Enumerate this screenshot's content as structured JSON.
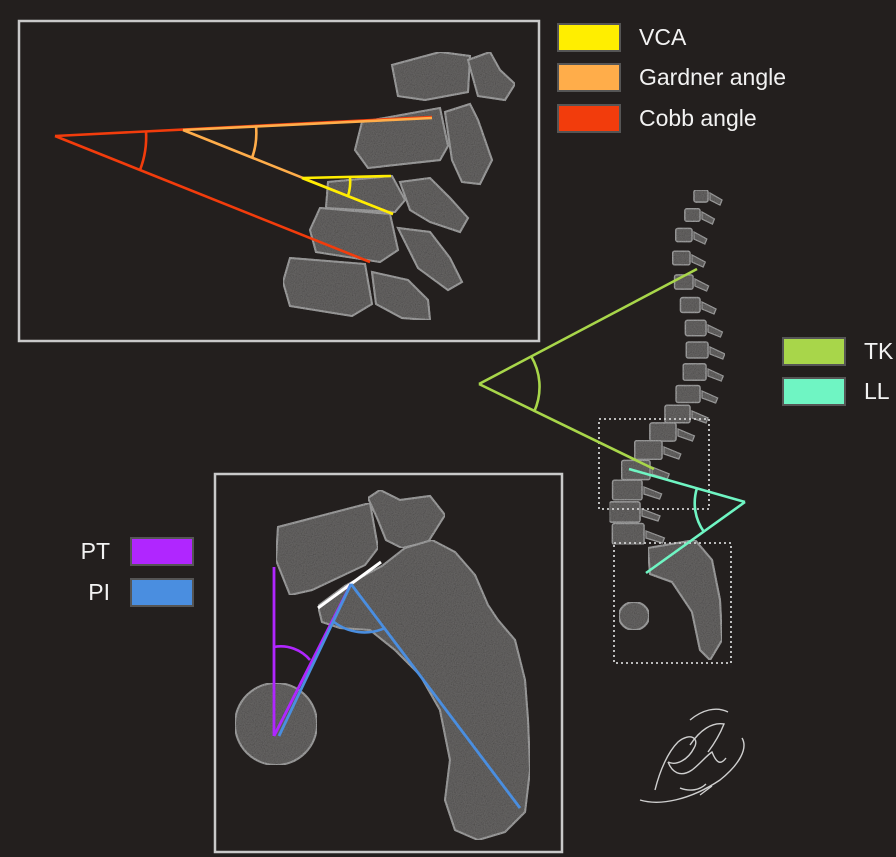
{
  "legends": {
    "top": [
      {
        "label": "VCA",
        "color": "#ffee00"
      },
      {
        "label": "Gardner angle",
        "color": "#ffad4a"
      },
      {
        "label": "Cobb angle",
        "color": "#f23c0c"
      }
    ],
    "spine": [
      {
        "label": "TK",
        "color": "#a8d64a"
      },
      {
        "label": "LL",
        "color": "#6ff5c3"
      }
    ],
    "pelvis": [
      {
        "label": "PT",
        "color": "#b026ff"
      },
      {
        "label": "PI",
        "color": "#4a8ee0"
      }
    ]
  },
  "colors": {
    "background": "#231f1e",
    "bone": "#6b6968",
    "bone_outline": "#a9a9a9",
    "panel_border": "#c9c9c9",
    "sacral_plate": "#ffffff"
  },
  "signature": {
    "icon": "handwritten-signature-icon"
  }
}
